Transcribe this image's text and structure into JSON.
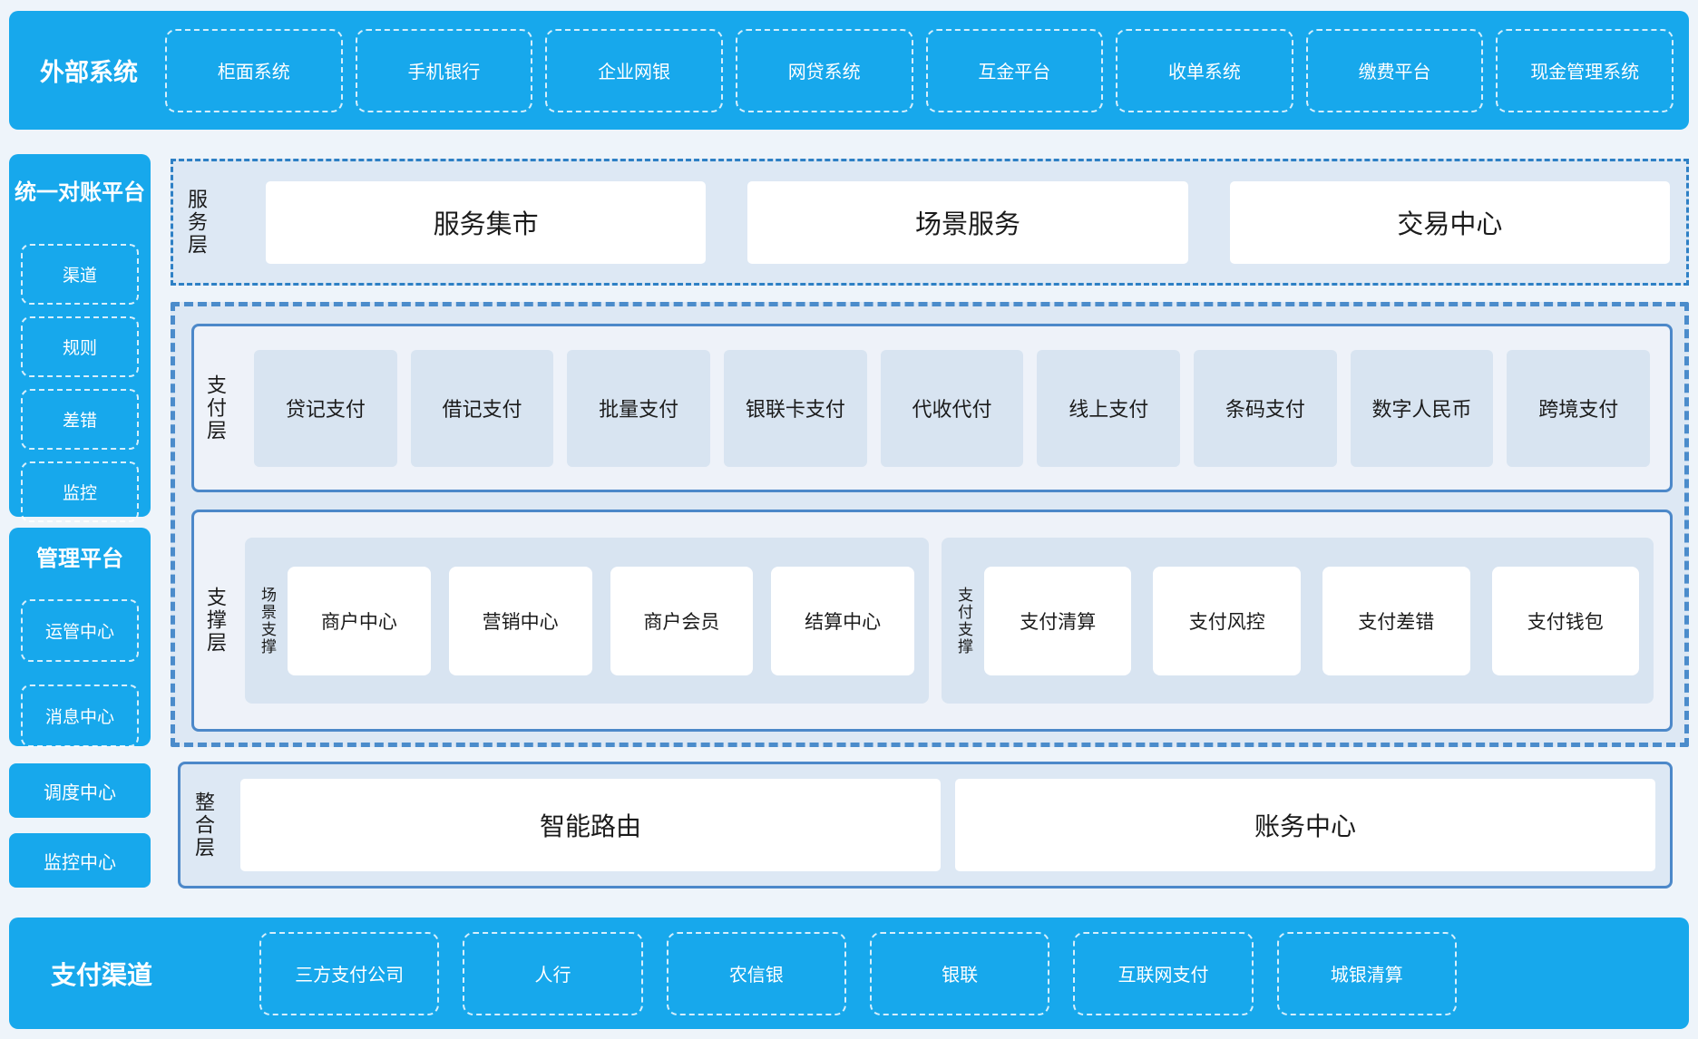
{
  "colors": {
    "brand_blue": "#17a8ec",
    "panel_bg": "#dde8f4",
    "inner_bg": "#eef2f9",
    "item_bg": "#d8e4f1",
    "solid_border": "#4c88c9",
    "dashed_border": "#4b8ccb",
    "text_dark": "#1b1b1b",
    "white": "#ffffff"
  },
  "top_bar": {
    "title": "外部系统",
    "items": [
      "柜面系统",
      "手机银行",
      "企业网银",
      "网贷系统",
      "互金平台",
      "收单系统",
      "缴费平台",
      "现金管理系统"
    ]
  },
  "sidebar": {
    "reconciliation": {
      "title": "统一对账平台",
      "items": [
        "渠道",
        "规则",
        "差错",
        "监控"
      ]
    },
    "management": {
      "title": "管理平台",
      "items": [
        "运管中心",
        "消息中心"
      ]
    },
    "dispatch_center": "调度中心",
    "monitor_center": "监控中心"
  },
  "service_layer": {
    "label": "服务层",
    "items": [
      "服务集市",
      "场景服务",
      "交易中心"
    ]
  },
  "payment_layer": {
    "label": "支付层",
    "items": [
      "贷记支付",
      "借记支付",
      "批量支付",
      "银联卡支付",
      "代收代付",
      "线上支付",
      "条码支付",
      "数字人民币",
      "跨境支付"
    ]
  },
  "support_layer": {
    "label": "支撑层",
    "groups": [
      {
        "label": "场景支撑",
        "items": [
          "商户中心",
          "营销中心",
          "商户会员",
          "结算中心"
        ]
      },
      {
        "label": "支付支撑",
        "items": [
          "支付清算",
          "支付风控",
          "支付差错",
          "支付钱包"
        ]
      }
    ]
  },
  "integration_layer": {
    "label": "整合层",
    "items": [
      "智能路由",
      "账务中心"
    ]
  },
  "bottom_bar": {
    "title": "支付渠道",
    "items": [
      "三方支付公司",
      "人行",
      "农信银",
      "银联",
      "互联网支付",
      "城银清算"
    ]
  }
}
